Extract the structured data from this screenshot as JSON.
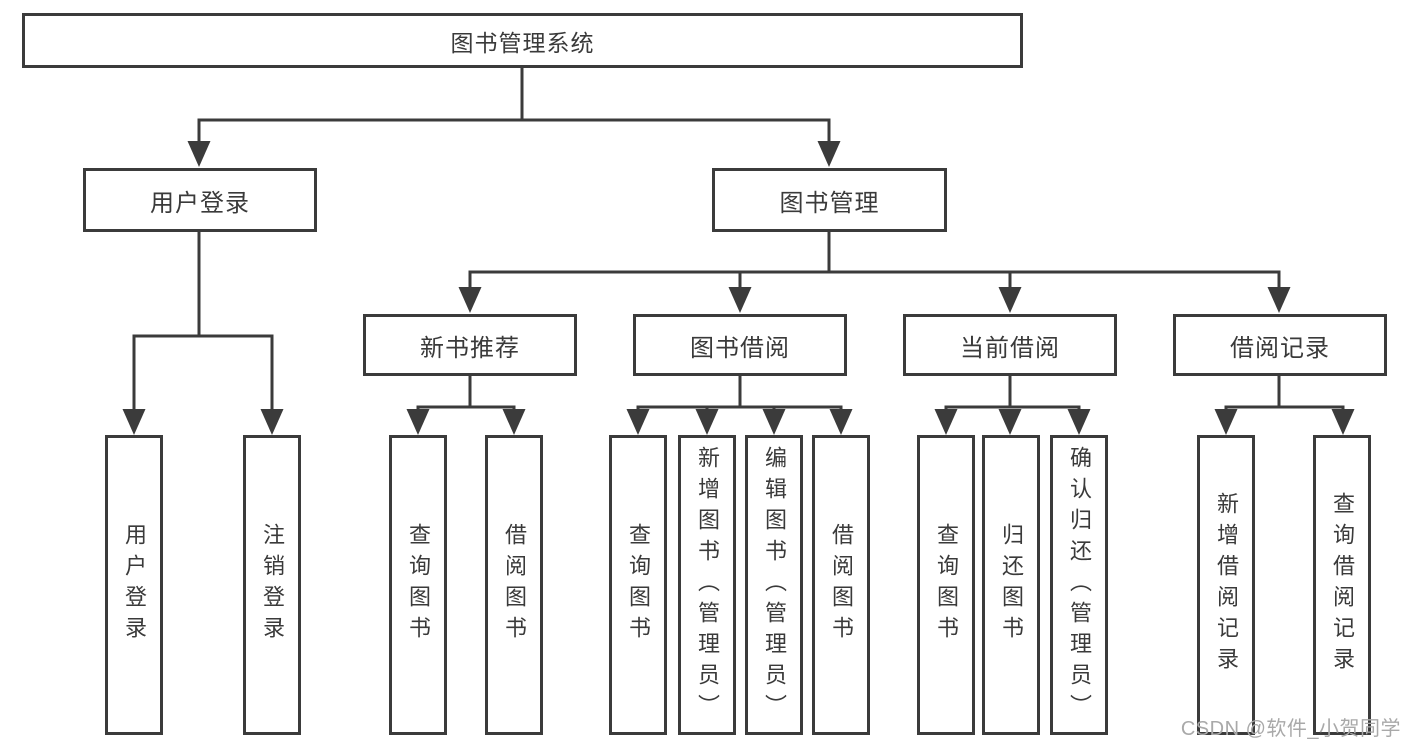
{
  "nodes": {
    "root": {
      "label": "图书管理系统"
    },
    "user_login": {
      "label": "用户登录"
    },
    "book_management": {
      "label": "图书管理"
    },
    "new_book_recommend": {
      "label": "新书推荐"
    },
    "book_borrow": {
      "label": "图书借阅"
    },
    "current_borrow": {
      "label": "当前借阅"
    },
    "borrow_records": {
      "label": "借阅记录"
    },
    "leaf_user_login": {
      "label": "用户登录"
    },
    "leaf_logout": {
      "label": "注销登录"
    },
    "leaf_nb_query_book": {
      "label": "查询图书"
    },
    "leaf_nb_borrow_book": {
      "label": "借阅图书"
    },
    "leaf_bb_query_book": {
      "label": "查询图书"
    },
    "leaf_bb_add_book": {
      "label": "新增图书（管理员）"
    },
    "leaf_bb_edit_book": {
      "label": "编辑图书（管理员）"
    },
    "leaf_bb_borrow_book": {
      "label": "借阅图书"
    },
    "leaf_cb_query_book": {
      "label": "查询图书"
    },
    "leaf_cb_return_book": {
      "label": "归还图书"
    },
    "leaf_cb_confirm_return": {
      "label": "确认归还（管理员）"
    },
    "leaf_br_add_record": {
      "label": "新增借阅记录"
    },
    "leaf_br_query_record": {
      "label": "查询借阅记录"
    }
  },
  "watermark": {
    "text": "CSDN @软件_小贺同学"
  },
  "colors": {
    "line": "#3b3b3b",
    "text": "#3a3a3a",
    "background": "#ffffff",
    "watermark": "#a9a9a9"
  }
}
